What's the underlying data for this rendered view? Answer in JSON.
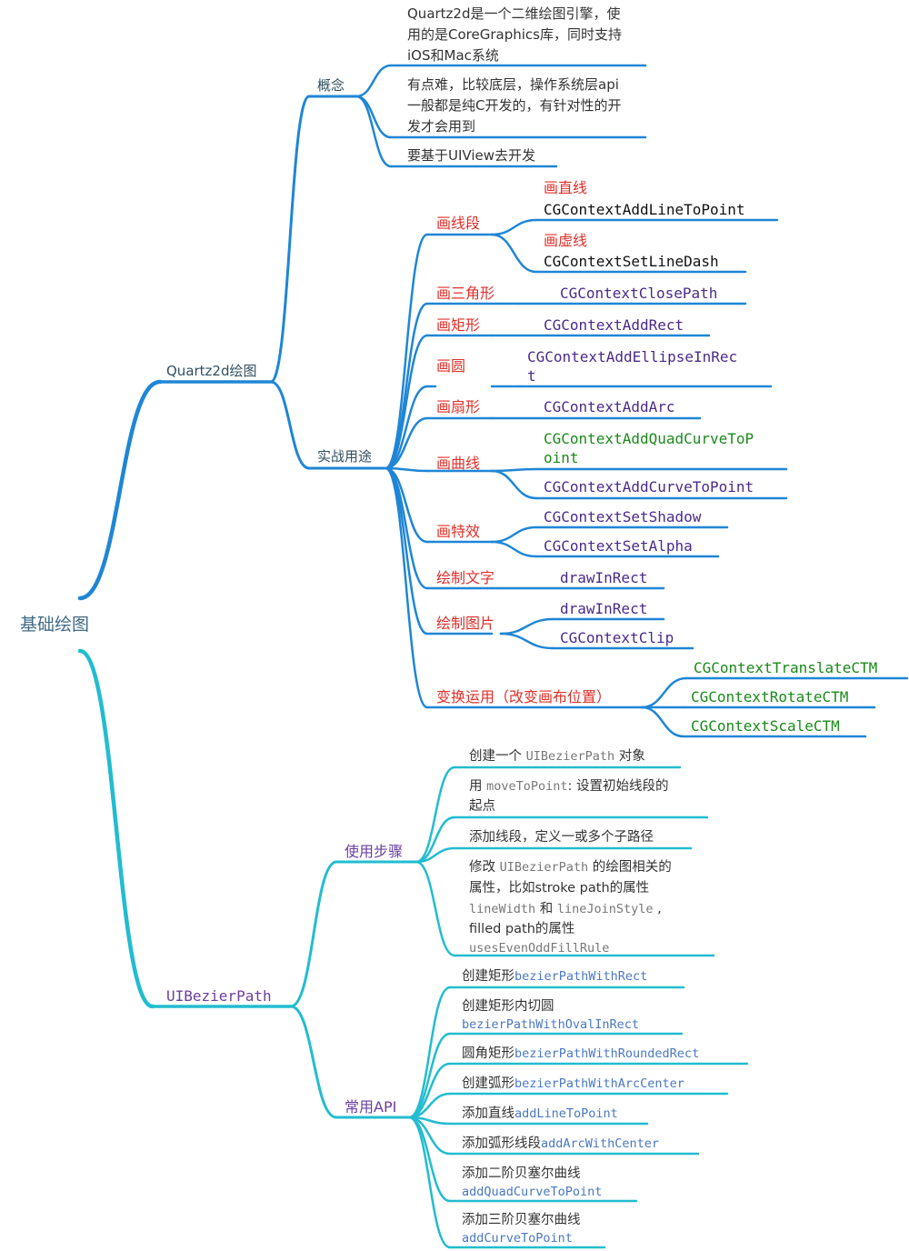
{
  "root": "基础绘图",
  "colors": {
    "blue": "#1f86d6",
    "cyan": "#22bcd0",
    "red": "#e0302a",
    "purple": "#4a2a8c",
    "green": "#1a8a1a"
  },
  "quartz": {
    "label": "Quartz2d绘图",
    "concept": {
      "label": "概念",
      "items": [
        [
          "Quartz2d是一个二维绘图引擎，使",
          "用的是CoreGraphics库，同时支持",
          "iOS和Mac系统"
        ],
        [
          "有点难，比较底层，操作系统层api",
          "一般都是纯C开发的，有针对性的开",
          "发才会用到"
        ],
        [
          "要基于UIView去开发"
        ]
      ]
    },
    "practice": {
      "label": "实战用途",
      "line_seg": {
        "label": "画线段",
        "sub1_title": "画直线",
        "sub1_api": "CGContextAddLineToPoint",
        "sub2_title": "画虚线",
        "sub2_api": "CGContextSetLineDash"
      },
      "triangle": {
        "label": "画三角形",
        "api": "CGContextClosePath"
      },
      "rect": {
        "label": "画矩形",
        "api": "CGContextAddRect"
      },
      "circle": {
        "label": "画圆",
        "api_line1": "CGContextAddEllipseInRec",
        "api_line2": "t"
      },
      "fan": {
        "label": "画扇形",
        "api": "CGContextAddArc"
      },
      "curve": {
        "label": "画曲线",
        "api1_line1": "CGContextAddQuadCurveToP",
        "api1_line2": "oint",
        "api2": "CGContextAddCurveToPoint"
      },
      "effect": {
        "label": "画特效",
        "api1": "CGContextSetShadow",
        "api2": "CGContextSetAlpha"
      },
      "text": {
        "label": "绘制文字",
        "api": "drawInRect"
      },
      "image": {
        "label": "绘制图片",
        "api1": "drawInRect",
        "api2": "CGContextClip"
      },
      "transform": {
        "label": "变换运用（改变画布位置）",
        "api1": "CGContextTranslateCTM",
        "api2": "CGContextRotateCTM",
        "api3": "CGContextScaleCTM"
      }
    }
  },
  "bezier": {
    "label": "UIBezierPath",
    "steps": {
      "label": "使用步骤",
      "s1": {
        "pre": "创建一个 ",
        "code": "UIBezierPath",
        "post": " 对象"
      },
      "s2": {
        "pre": "用 ",
        "code": "moveToPoint",
        "post": ": 设置初始线段的",
        "line2": "起点"
      },
      "s3": "添加线段，定义一或多个子路径",
      "s4": {
        "l1_pre": "修改 ",
        "l1_code": "UIBezierPath",
        "l1_post": " 的绘图相关的",
        "l2": "属性，比如stroke path的属性",
        "l3_code1": "lineWidth",
        "l3_mid": " 和 ",
        "l3_code2": "lineJoinStyle",
        "l3_post": " ,",
        "l4": "filled path的属性",
        "l5_code": "usesEvenOddFillRule"
      }
    },
    "api": {
      "label": "常用API",
      "a1": {
        "text": "创建矩形",
        "code": "bezierPathWithRect"
      },
      "a2": {
        "text": "创建矩形内切圆",
        "code": "bezierPathWithOvalInRect"
      },
      "a3": {
        "text": "圆角矩形",
        "code": "bezierPathWithRoundedRect"
      },
      "a4": {
        "text": "创建弧形",
        "code": "bezierPathWithArcCenter"
      },
      "a5": {
        "text": "添加直线",
        "code": "addLineToPoint"
      },
      "a6": {
        "text": "添加弧形线段",
        "code": "addArcWithCenter"
      },
      "a7": {
        "text": "添加二阶贝塞尔曲线",
        "code": "addQuadCurveToPoint"
      },
      "a8": {
        "text": "添加三阶贝塞尔曲线",
        "code": "addCurveToPoint"
      }
    }
  }
}
